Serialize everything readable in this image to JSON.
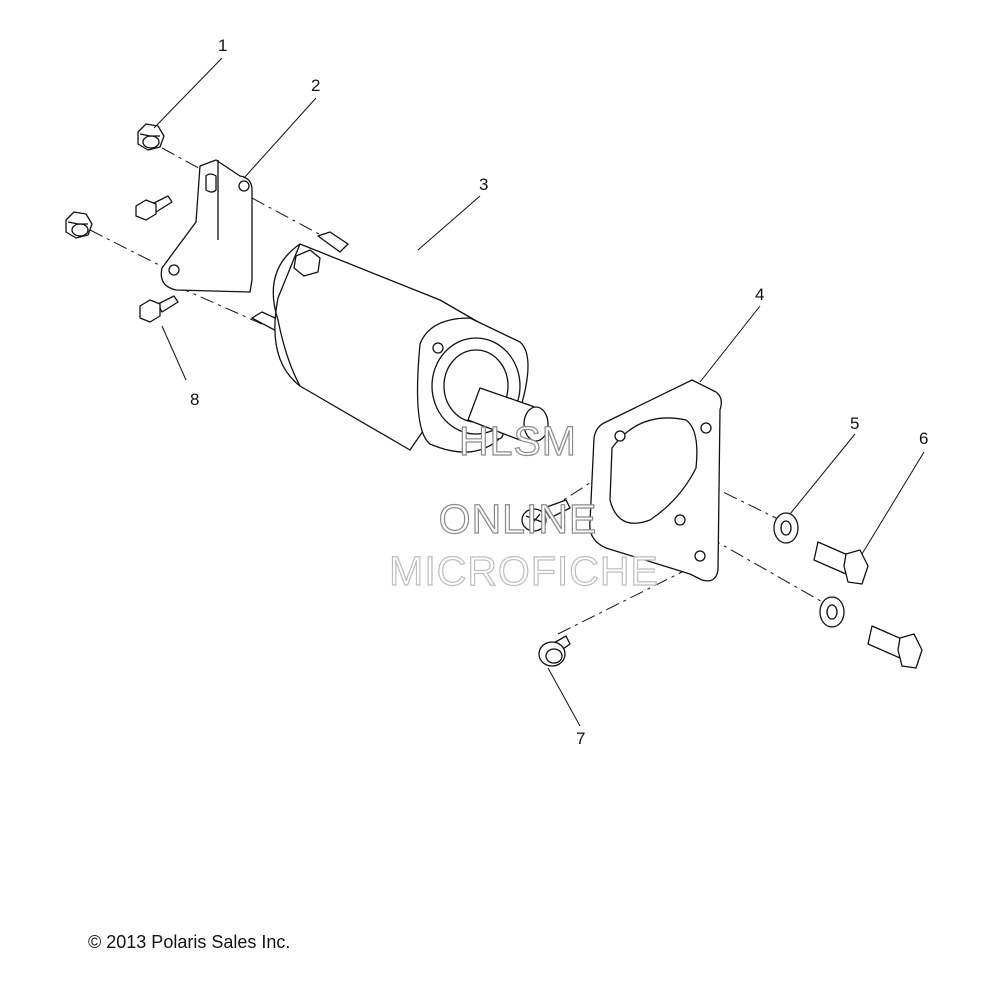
{
  "callouts": [
    "1",
    "2",
    "3",
    "4",
    "5",
    "6",
    "7",
    "8"
  ],
  "watermark": {
    "line1": "HLSM",
    "line2": "ONLINE",
    "line3": "MICROFICHE"
  },
  "copyright": "© 2013 Polaris Sales Inc."
}
